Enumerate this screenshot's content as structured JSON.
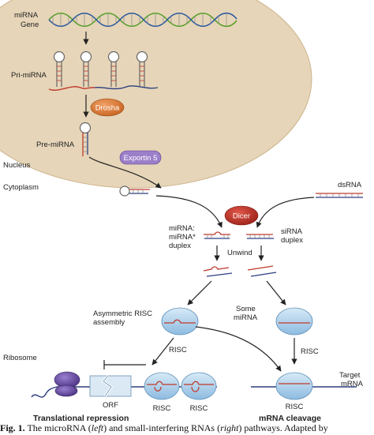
{
  "labels": {
    "mirna_gene_1": "miRNA",
    "mirna_gene_2": "Gene",
    "pri_mirna": "Pri-miRNA",
    "drosha": "Drosha",
    "pre_mirna": "Pre-miRNA",
    "nucleus": "Nucleus",
    "exportin": "Exportin 5",
    "cytoplasm": "Cytoplasm",
    "dicer": "Dicer",
    "dsrna": "dsRNA",
    "mirna_duplex_1": "miRNA:",
    "mirna_duplex_2": "miRNA*",
    "mirna_duplex_3": "duplex",
    "sirna_duplex_1": "siRNA",
    "sirna_duplex_2": "duplex",
    "unwind": "Unwind",
    "asym_1": "Asymmetric RISC",
    "asym_2": "assembly",
    "some_1": "Some",
    "some_2": "miRNA",
    "risc_left_arrow": "RISC",
    "risc_right_arrow": "RISC",
    "ribosome": "Ribosome",
    "orf": "ORF",
    "risc_complex_1": "RISC",
    "risc_complex_2": "RISC",
    "risc_target": "RISC",
    "target_1": "Target",
    "target_2": "mRNA",
    "translational_repression": "Translational repression",
    "mrna_cleavage": "mRNA cleavage"
  },
  "caption": {
    "lead": "Fig. 1.",
    "text_a": " The microRNA (",
    "left": "left",
    "text_b": ") and small-interfering RNAs (",
    "right": "right",
    "text_c": ") pathways. Adapted by"
  },
  "colors": {
    "nucleus_fill": "#e6d5b8",
    "cytoplasm_fill": "#ffffff",
    "drosha": "#e07b39",
    "dicer": "#c0392b",
    "exportin": "#9b7fc9",
    "risc": "#a9cde8",
    "ribosome": "#6a4c9c",
    "orf": "#dbe9f5",
    "dna_green": "#5aa02c",
    "dna_blue": "#2c5aa0",
    "rna_red": "#c0392b",
    "rna_blue": "#2c3e80"
  }
}
